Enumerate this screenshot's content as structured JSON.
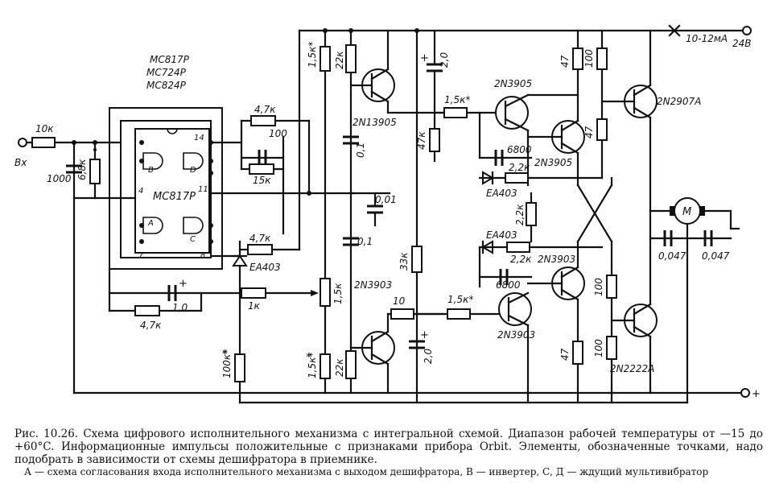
{
  "ic_types": [
    "MC817P",
    "MC724P",
    "MC824P"
  ],
  "ic_label": "MC817P",
  "ic_pins": [
    "14",
    "4",
    "11",
    "7",
    "8"
  ],
  "gate_letters": [
    "A",
    "B",
    "C",
    "D"
  ],
  "terminals": {
    "input": "Вх",
    "supply_current": "10-12мА",
    "supply_voltage": "24В",
    "plus": "+"
  },
  "resistors": [
    "10к",
    "6,8к",
    "4,7к",
    "15к",
    "4,7к",
    "1к",
    "4,7к",
    "1,5к*",
    "22к",
    "100к*",
    "1,5к",
    "1,5к*",
    "22к",
    "47к",
    "33к",
    "1,5к*",
    "10",
    "1,5к*",
    "2,2к",
    "2,2к",
    "2,2к",
    "47",
    "100",
    "47",
    "100",
    "47",
    "100"
  ],
  "capacitors": [
    "1000",
    "100",
    "0,1",
    "0,01",
    "0,1",
    "1,0",
    "2,0",
    "2,0",
    "6800",
    "6800",
    "0,047",
    "0,047"
  ],
  "polarity_marks": [
    "+",
    "+",
    "+"
  ],
  "diodes": [
    "ЕА403",
    "ЕА403",
    "ЕА403"
  ],
  "transistors": [
    "2N13905",
    "2N3903",
    "2N3905",
    "2N3905",
    "2N3903",
    "2N3903",
    "2N2907А",
    "2N2222А"
  ],
  "motor": "М",
  "asterisk": "*",
  "caption": {
    "main": "Рис. 10.26. Схема цифрового исполнительного механизма с интегральной схемой. Диапазон рабочей температуры от —15 до +60°C. Информационные импульсы положительные с признаками прибора Orbit. Элементы, обозначенные точками, надо подобрать в зависимости от схемы дешифратора в приемнике.",
    "legend": "А — схема согласования входа исполнительного механизма с выходом дешифратора, В — инвертер, С, Д — ждущий мультивибратор"
  }
}
